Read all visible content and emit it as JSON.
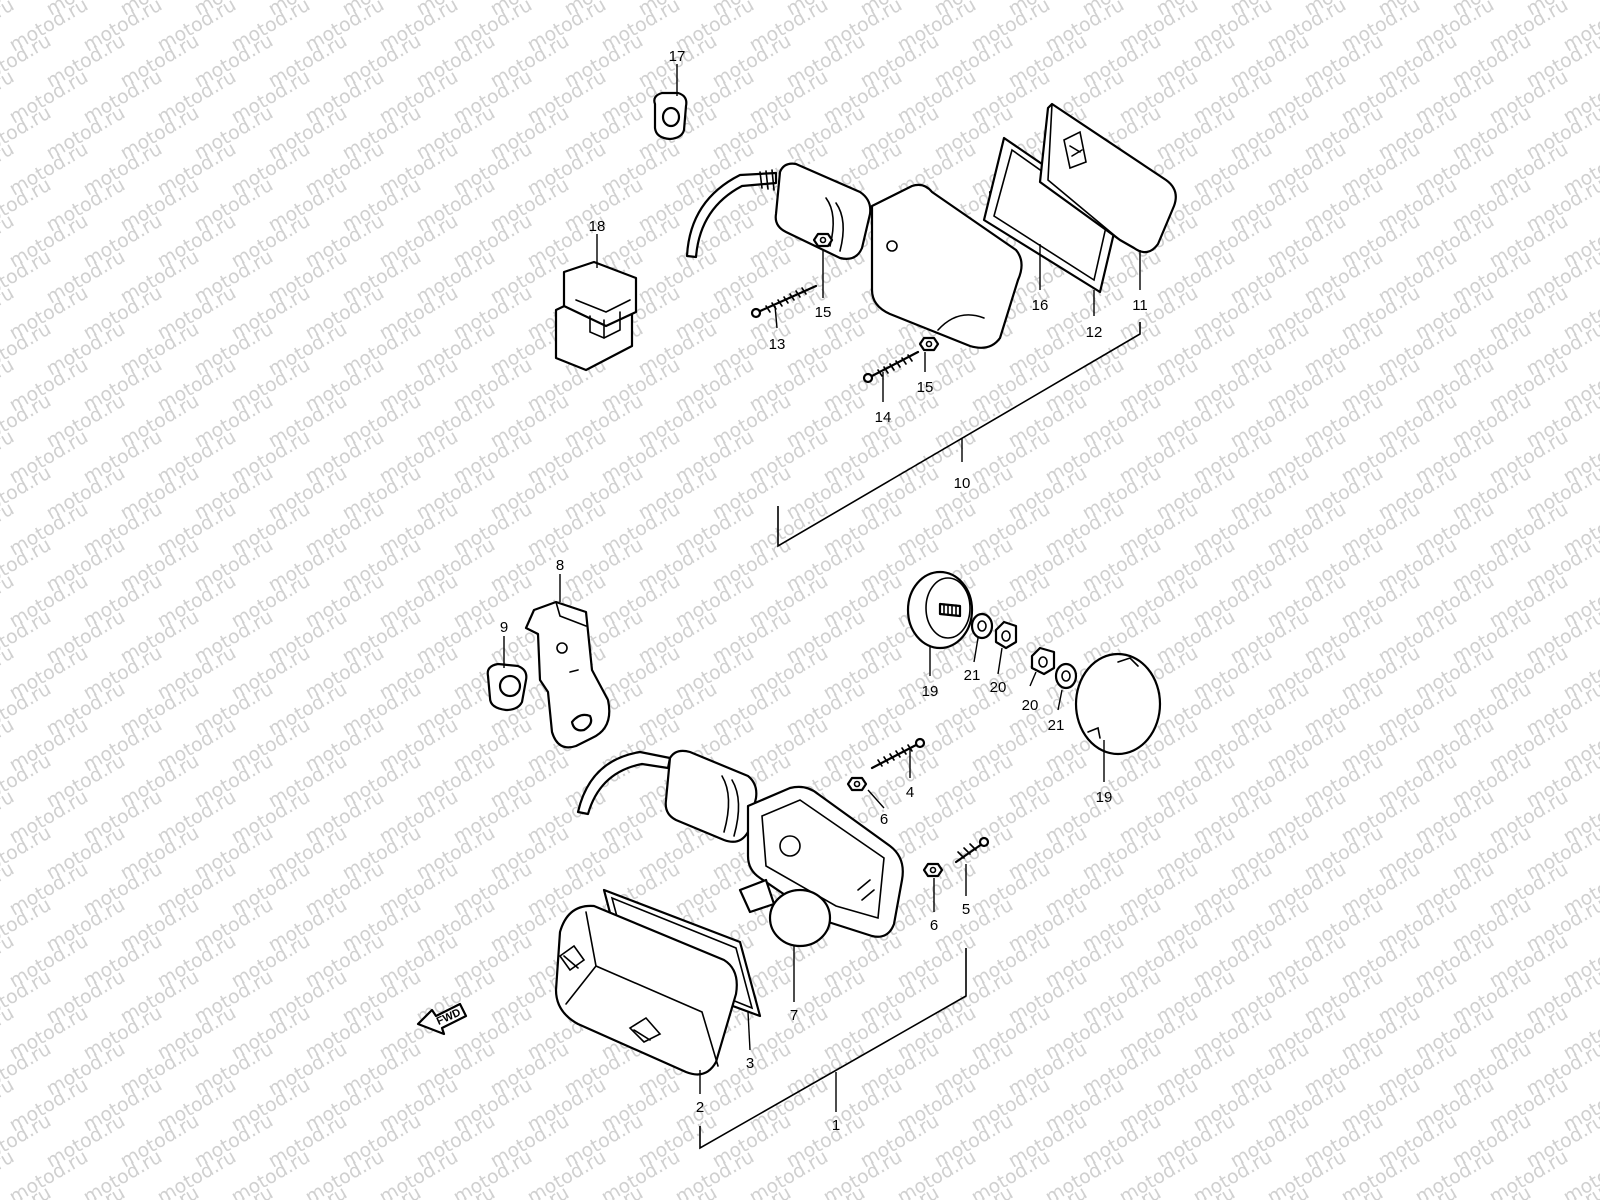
{
  "watermark": {
    "text": "motod.ru"
  },
  "fwd_arrow": {
    "label": "FWD"
  },
  "callouts": {
    "c1": "1",
    "c2": "2",
    "c3": "3",
    "c4": "4",
    "c5": "5",
    "c6a": "6",
    "c6b": "6",
    "c7": "7",
    "c8": "8",
    "c9": "9",
    "c10": "10",
    "c11": "11",
    "c12": "12",
    "c13": "13",
    "c14": "14",
    "c15a": "15",
    "c15b": "15",
    "c16": "16",
    "c17": "17",
    "c18": "18",
    "c19a": "19",
    "c19b": "19",
    "c20a": "20",
    "c20b": "20",
    "c21a": "21",
    "c21b": "21"
  }
}
